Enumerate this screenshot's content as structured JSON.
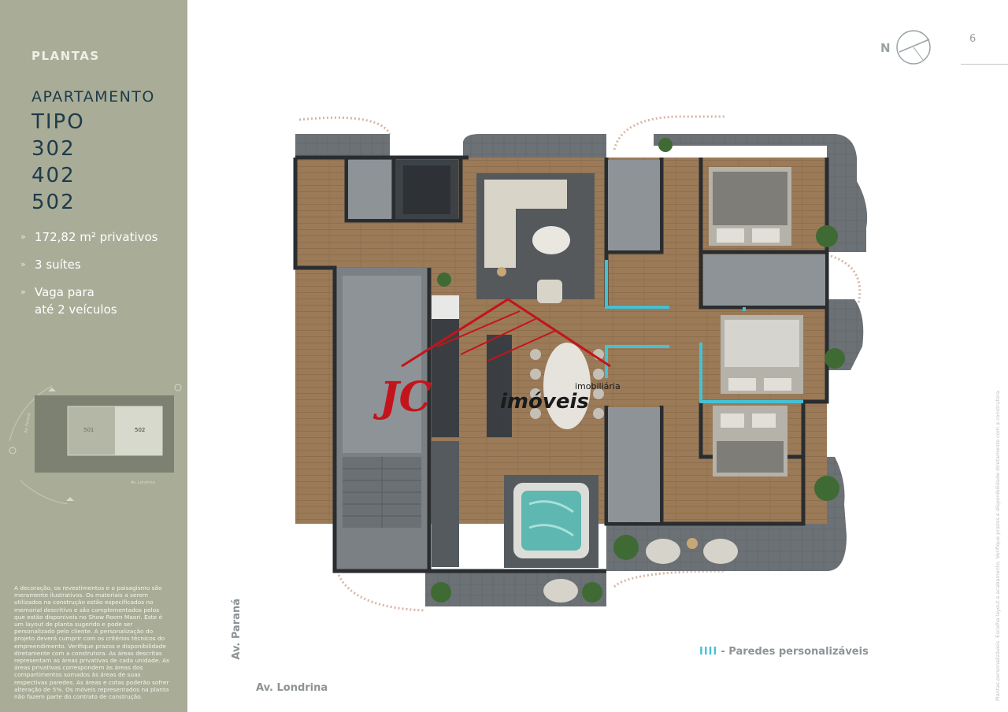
{
  "sidebar": {
    "section_label": "PLANTAS",
    "apartment_label": "APARTAMENTO",
    "units": [
      "TIPO",
      "302",
      "402",
      "502"
    ],
    "features": [
      "172,82 m² privativos",
      "3 suítes",
      "Vaga para\naté 2 veículos"
    ],
    "keymap": {
      "units": [
        "501",
        "502"
      ],
      "street_left": "Av. Paraná",
      "street_bottom": "Av. Londrina"
    },
    "disclaimer": "A decoração, os revestimentos e o paisagismo são meramente ilustrativos. Os materiais a serem utilizados na construção estão especificados no memorial descritivo e são complementados pelos que estão disponíveis no Show Room Maori. Este é um layout de planta sugerido e pode ser personalizado pelo cliente. A personalização do projeto deverá cumprir com os critérios técnicos do empreendimento. Verifique prazos e disponibilidade diretamente com a construtora. As áreas descritas representam as áreas privativas de cada unidade. As áreas privativas correspondem às áreas dos compartimentos somados às áreas de suas respectivas paredes. As áreas e cotas poderão sofrer alteração de 5%. Os móveis representados na planta não fazem parte do contrato de construção."
  },
  "compass": {
    "label": "N"
  },
  "page_number": "6",
  "watermark": {
    "logo_text": "JC",
    "brand": "imóveis",
    "tag": "imobiliária"
  },
  "streets": {
    "left": "Av. Paraná",
    "bottom": "Av. Londrina"
  },
  "legend": {
    "marks": "IIII",
    "text": "- Paredes personalizáveis"
  },
  "side_note": "Plantas personalizáveis. Escolha layout e acabamento. Verifique prazos e disponibilidade diretamente com a construtora.",
  "colors": {
    "sidebar": "#a9ac97",
    "title": "#1d3b4a",
    "custom_walls": "#43c2d6",
    "wood_floor": "#9b7a58",
    "terrace": "#6e7377",
    "logo_red": "#c4141b"
  }
}
